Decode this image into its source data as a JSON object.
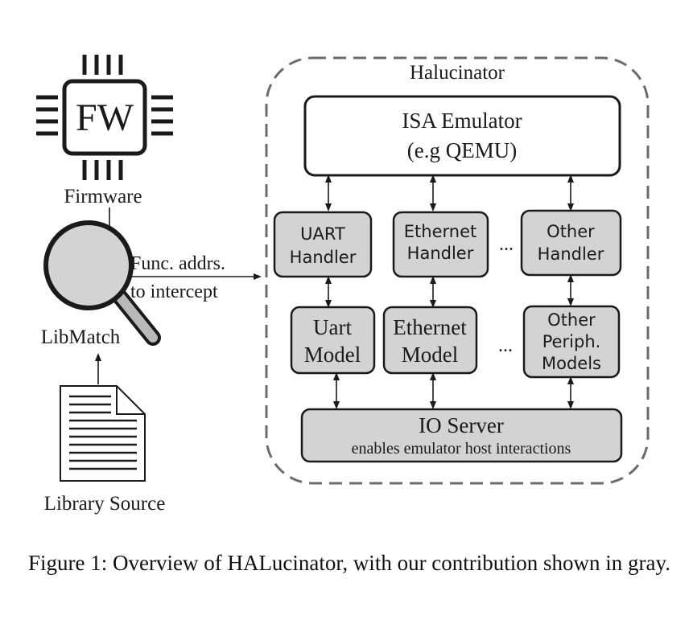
{
  "left": {
    "chip_label": "FW",
    "firmware_label": "Firmware",
    "libmatch_label": "LibMatch",
    "library_source_label": "Library Source",
    "arrow_label_line1": "Func. addrs.",
    "arrow_label_line2": "to intercept"
  },
  "halucinator": {
    "title": "Halucinator",
    "isa_emulator": {
      "line1": "ISA Emulator",
      "line2": "(e.g QEMU)"
    },
    "handlers": [
      {
        "line1": "UART",
        "line2": "Handler"
      },
      {
        "line1": "Ethernet",
        "line2": "Handler"
      },
      {
        "line1": "Other",
        "line2": "Handler"
      }
    ],
    "models": [
      {
        "line1": "Uart",
        "line2": "Model",
        "line3": ""
      },
      {
        "line1": "Ethernet",
        "line2": "Model",
        "line3": ""
      },
      {
        "line1": "Other",
        "line2": "Periph.",
        "line3": "Models"
      }
    ],
    "ellipsis": "...",
    "io_server": {
      "title": "IO Server",
      "subtitle": "enables emulator host interactions"
    }
  },
  "caption": "Figure 1: Overview of HALucinator, with our contribution shown in gray.",
  "colors": {
    "gray_fill": "#d3d3d3",
    "stroke": "#1a1a1a",
    "dashed_border": "#6b6b6b"
  }
}
